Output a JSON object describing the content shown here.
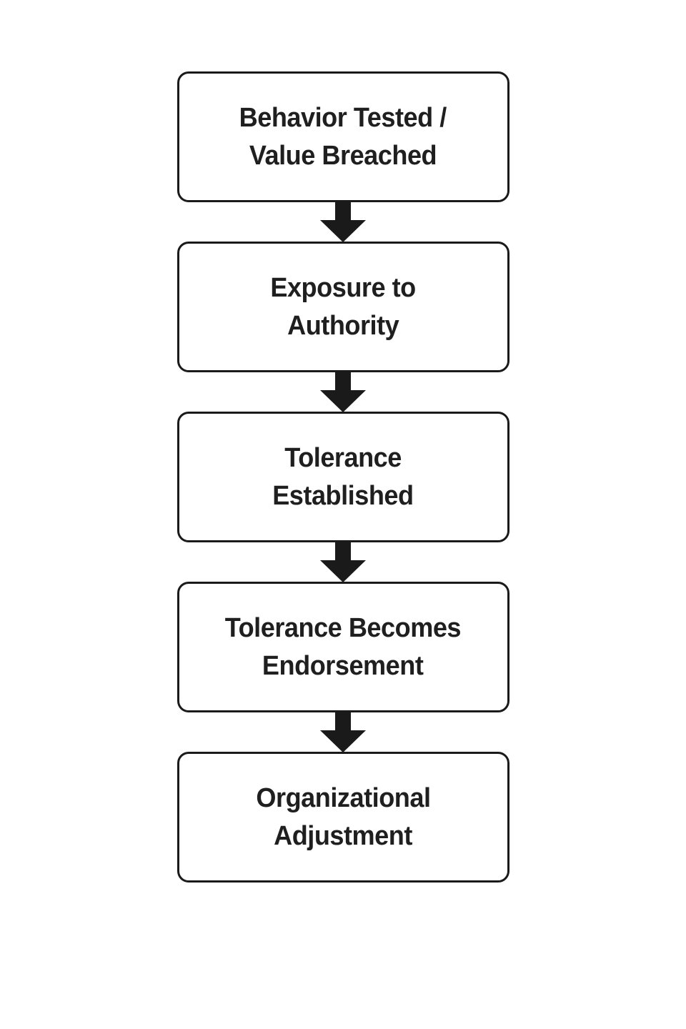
{
  "diagram": {
    "title": "escalation-flowchart",
    "boxes": [
      {
        "label": "Behavior Tested / Value Breached",
        "line1": "Behavior Tested /",
        "line2": "Value Breached"
      },
      {
        "label": "Exposure to Authority",
        "line1": "Exposure to",
        "line2": "Authority"
      },
      {
        "label": "Tolerance Established",
        "line1": "Tolerance",
        "line2": "Established"
      },
      {
        "label": "Tolerance Becomes Endorsement",
        "line1": "Tolerance Becomes",
        "line2": "Endorsement"
      },
      {
        "label": "Organizational Adjustment",
        "line1": "Organizational",
        "line2": "Adjustment"
      }
    ],
    "colors": {
      "background": "#ffffff",
      "box_fill": "#ffffff",
      "box_border": "#1a1a1a",
      "text": "#1f1f1f",
      "arrow": "#1a1a1a"
    }
  }
}
